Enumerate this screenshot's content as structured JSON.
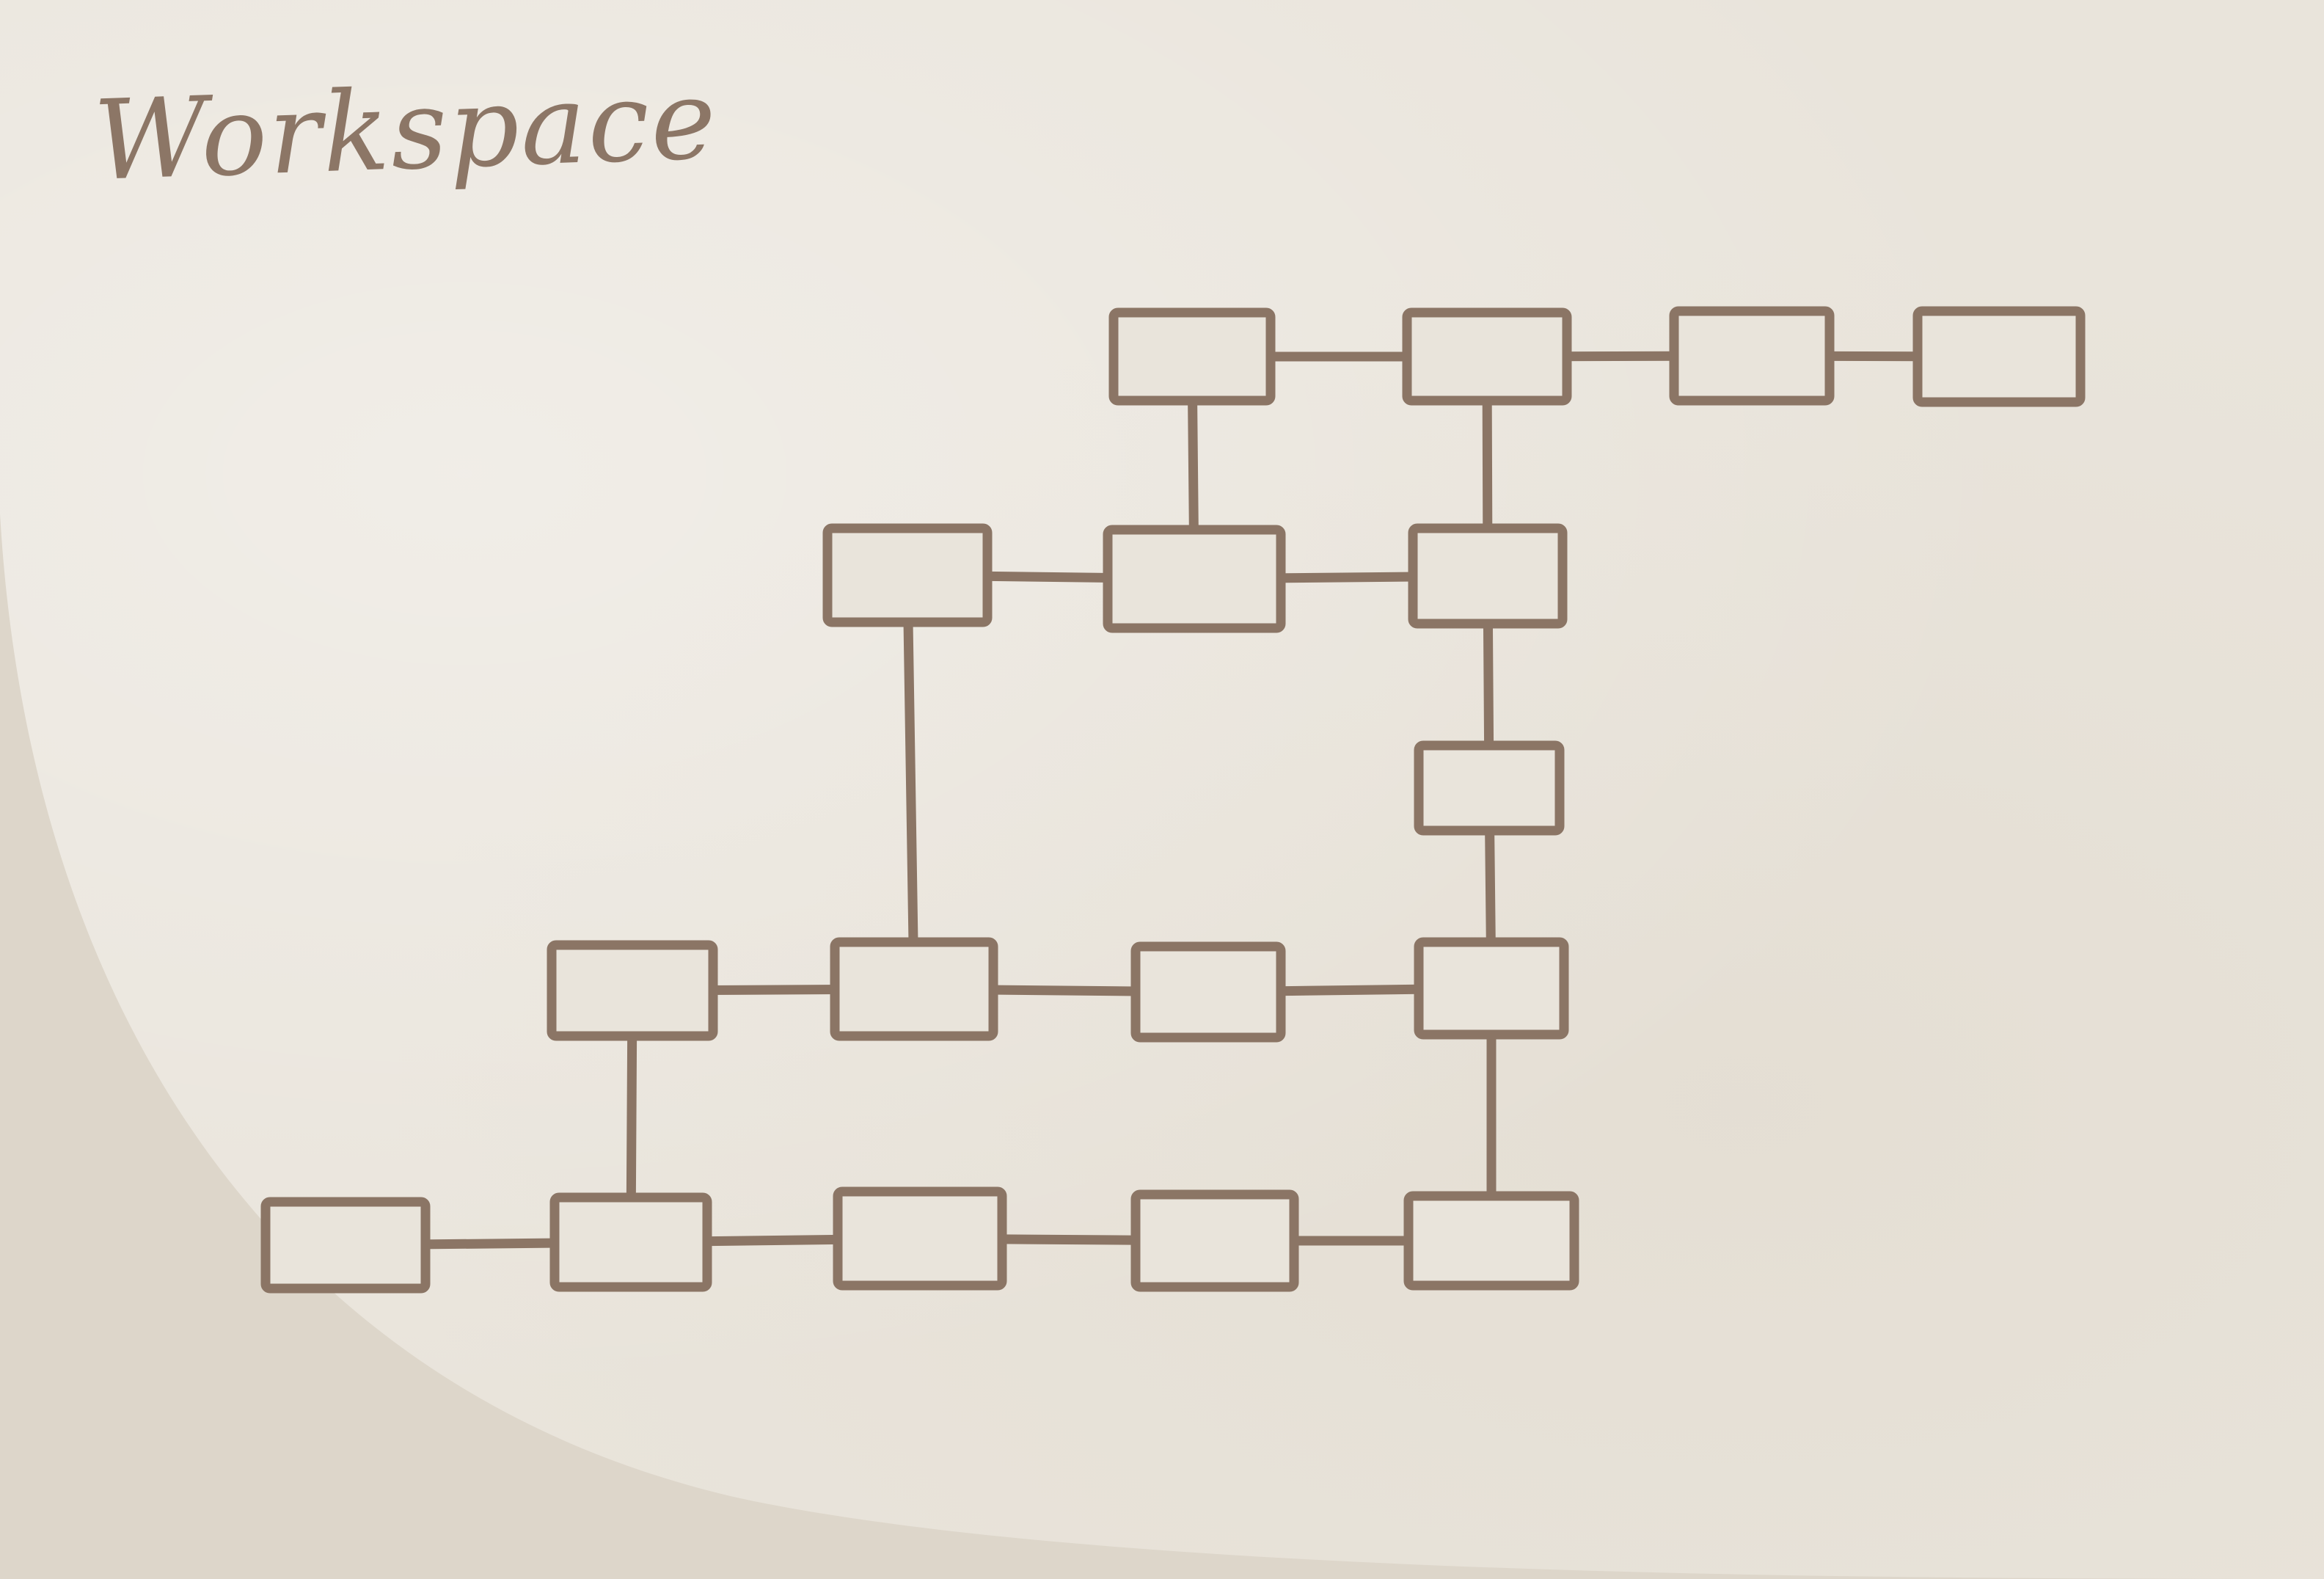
{
  "title": "Workspace",
  "colors": {
    "background": "#e9e4db",
    "shadow": "#ddd5c8",
    "ink": "#8b7565"
  },
  "nodes": [
    {
      "id": "n1"
    },
    {
      "id": "n2"
    },
    {
      "id": "n3"
    },
    {
      "id": "n4"
    },
    {
      "id": "n5"
    },
    {
      "id": "n6"
    },
    {
      "id": "n7"
    },
    {
      "id": "n8"
    },
    {
      "id": "n9"
    },
    {
      "id": "n10"
    },
    {
      "id": "n11"
    },
    {
      "id": "n12"
    },
    {
      "id": "n13"
    },
    {
      "id": "n14"
    },
    {
      "id": "n15"
    },
    {
      "id": "n16"
    },
    {
      "id": "n17"
    }
  ],
  "edges": [
    [
      "n1",
      "n2"
    ],
    [
      "n2",
      "n3"
    ],
    [
      "n3",
      "n4"
    ],
    [
      "n1",
      "n6"
    ],
    [
      "n2",
      "n7"
    ],
    [
      "n5",
      "n6"
    ],
    [
      "n6",
      "n7"
    ],
    [
      "n7",
      "n8"
    ],
    [
      "n8",
      "n12"
    ],
    [
      "n5",
      "n10"
    ],
    [
      "n9",
      "n10"
    ],
    [
      "n10",
      "n11"
    ],
    [
      "n11",
      "n12"
    ],
    [
      "n9",
      "n14"
    ],
    [
      "n12",
      "n17"
    ],
    [
      "n13",
      "n14"
    ],
    [
      "n14",
      "n15"
    ],
    [
      "n15",
      "n16"
    ],
    [
      "n16",
      "n17"
    ]
  ]
}
